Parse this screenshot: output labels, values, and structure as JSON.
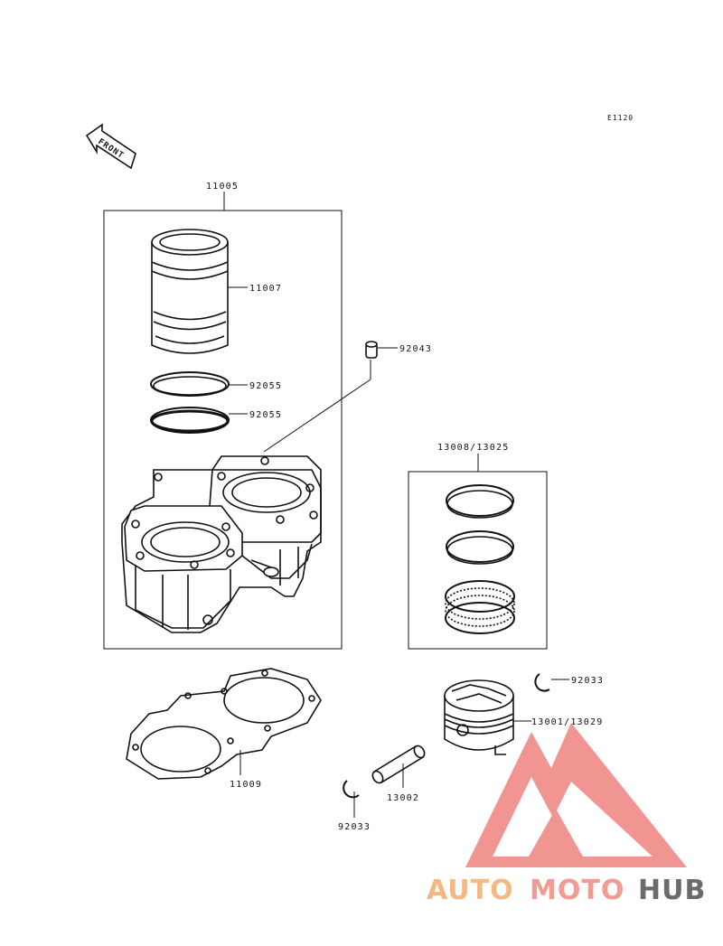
{
  "diagram": {
    "ref_code": "E1120",
    "front_label": "FRONT",
    "callouts": {
      "cylinder_assy": "11005",
      "cylinder_liner": "11007",
      "o_ring_upper": "92055",
      "o_ring_lower": "92055",
      "dowel_pin": "92043",
      "ring_set": "13008/13025",
      "circlip_right": "92033",
      "piston": "13001/13029",
      "base_gasket": "11009",
      "piston_pin": "13002",
      "circlip_left": "92033"
    }
  },
  "watermark": {
    "part1": "AUTO",
    "part2": "MOTO",
    "part3": "HUB",
    "color_1": "#f3b985",
    "color_2": "#f29a94",
    "color_3": "#6b6b6b",
    "logo_color": "#ef8a86"
  }
}
